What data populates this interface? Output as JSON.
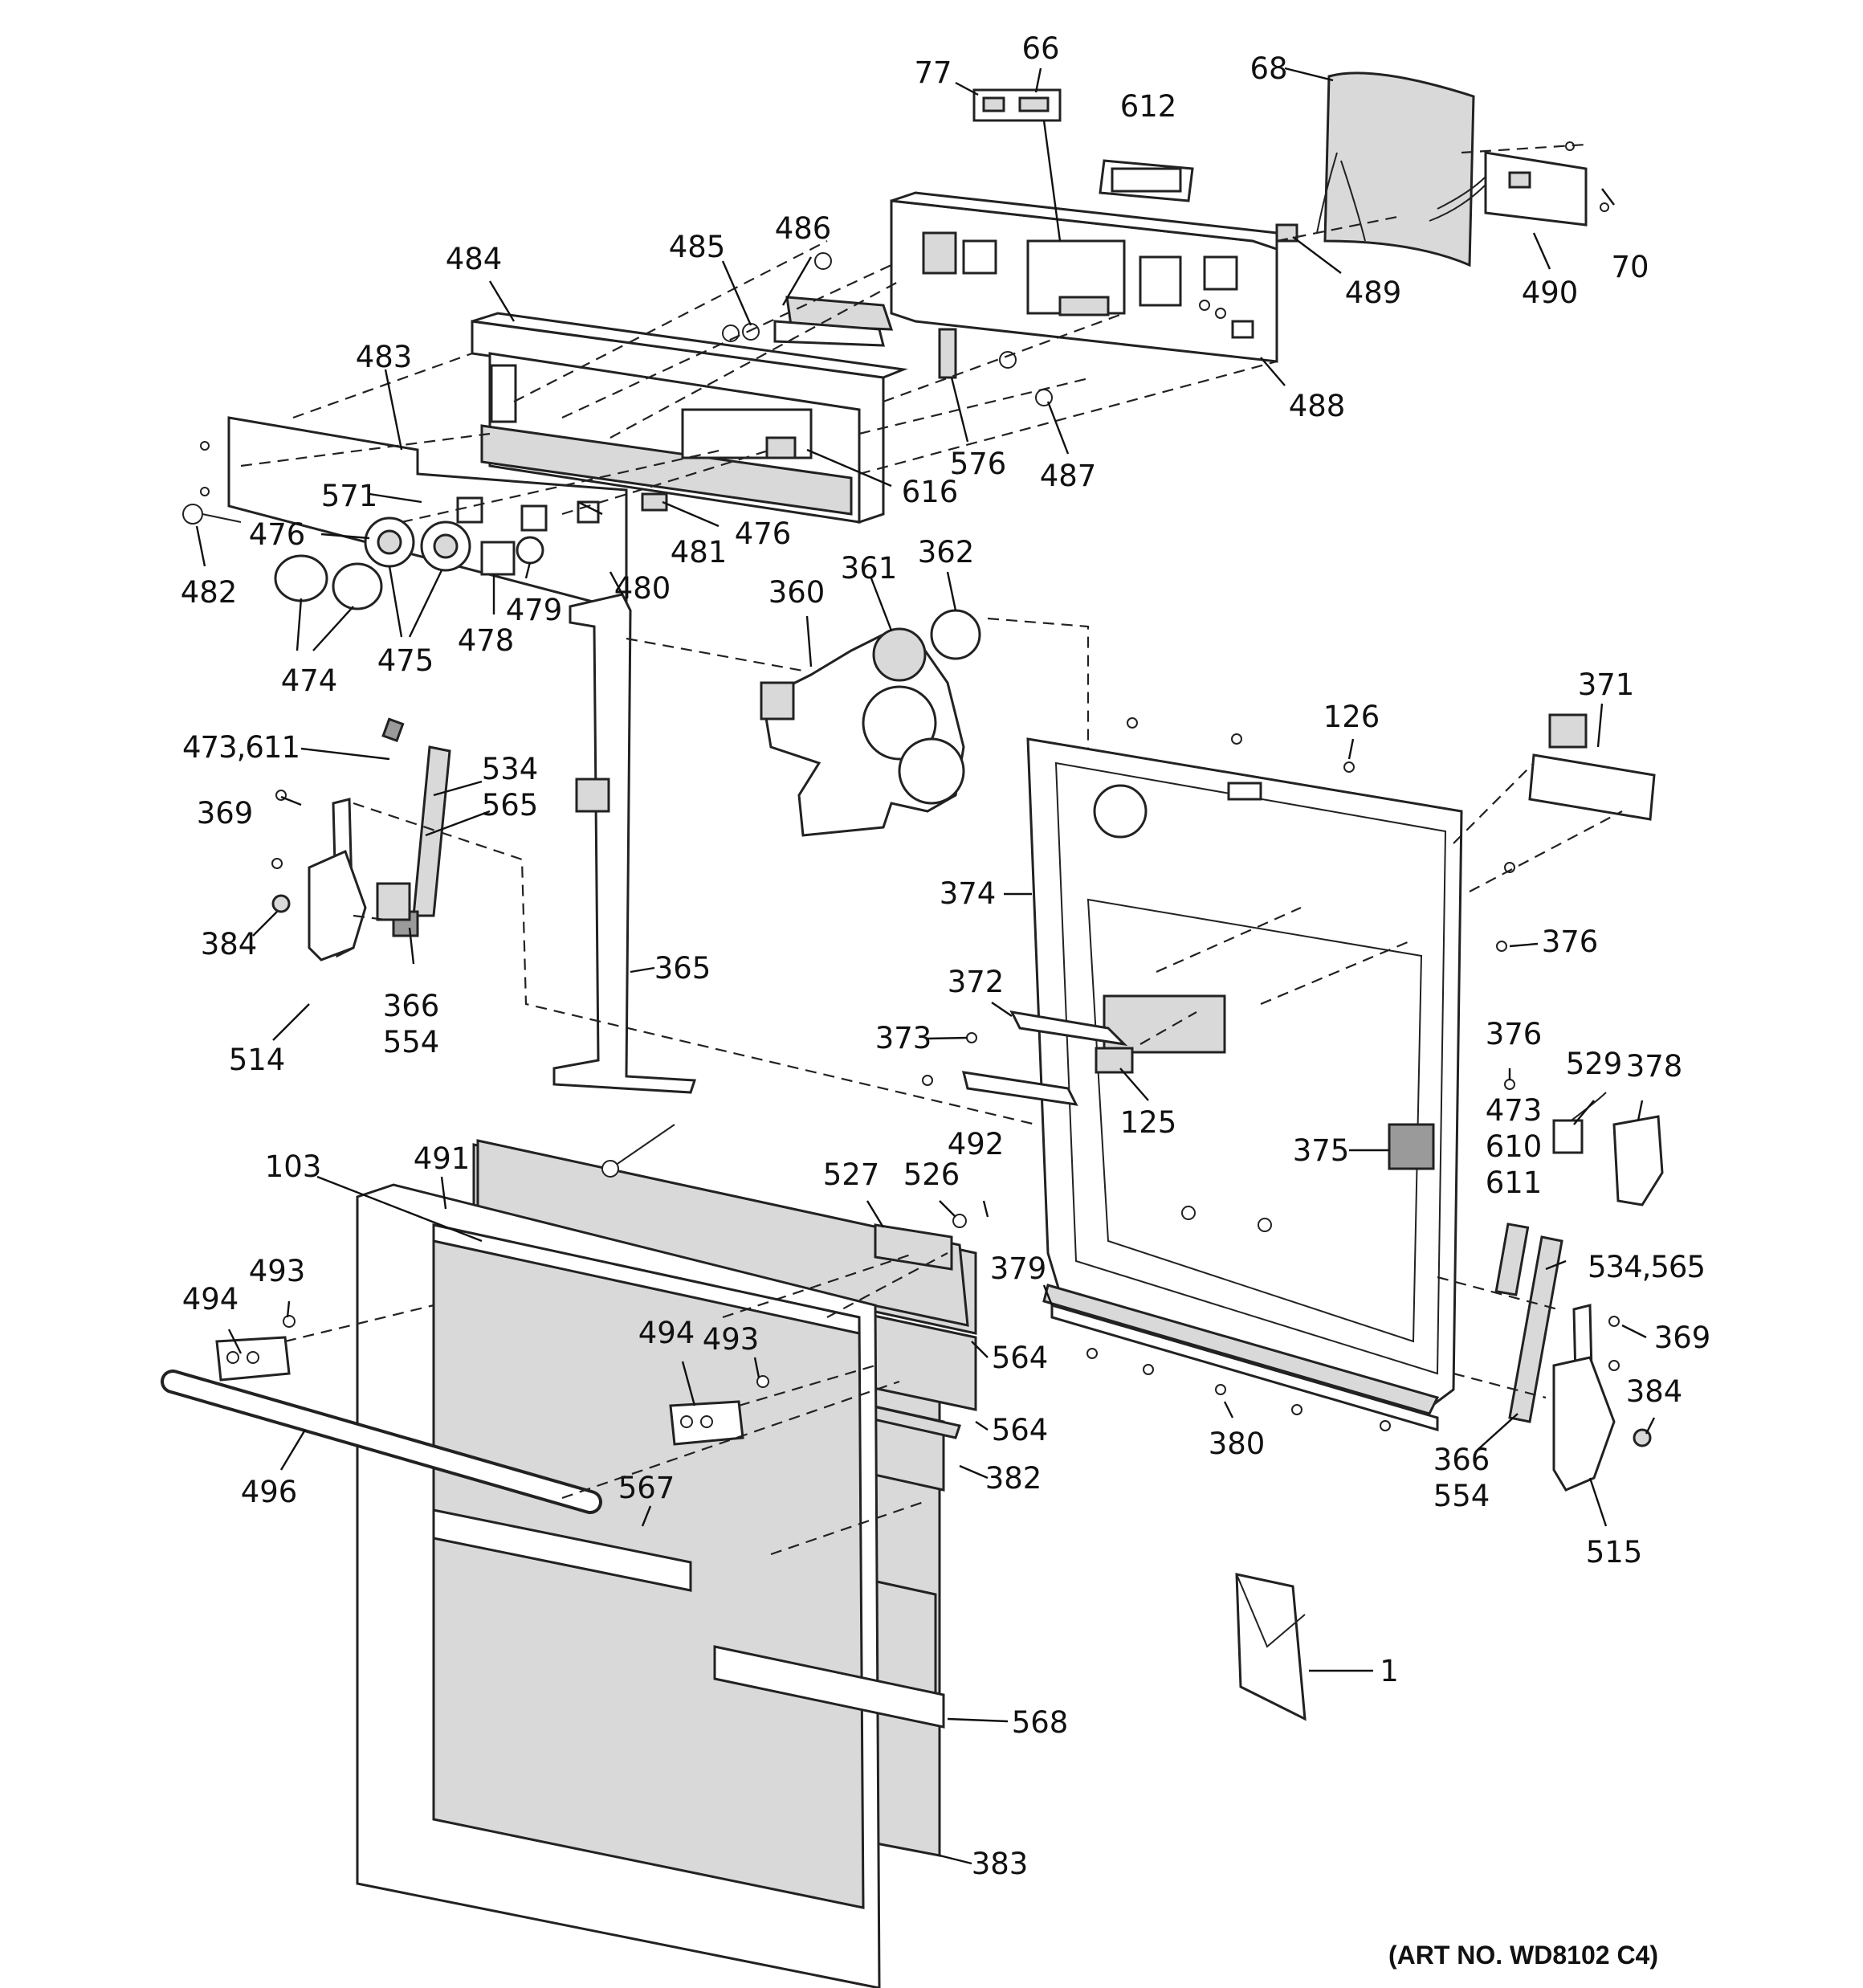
{
  "diagram": {
    "art_number": "(ART NO. WD8102 C4)",
    "callouts": [
      "77",
      "66",
      "612",
      "68",
      "70",
      "490",
      "489",
      "488",
      "487",
      "576",
      "616",
      "486",
      "485",
      "484",
      "483",
      "571",
      "476",
      "476",
      "481",
      "482",
      "474",
      "475",
      "478",
      "479",
      "480",
      "360",
      "361",
      "362",
      "365",
      "371",
      "126",
      "374",
      "376",
      "372",
      "373",
      "125",
      "376",
      "473",
      "610",
      "611",
      "529",
      "378",
      "375",
      "534,565",
      "369",
      "384",
      "366",
      "554",
      "515",
      "380",
      "379",
      "473,611",
      "534",
      "565",
      "369",
      "384",
      "366",
      "554",
      "514",
      "103",
      "491",
      "494",
      "493",
      "494",
      "493",
      "496",
      "527",
      "526",
      "492",
      "564",
      "564",
      "382",
      "567",
      "568",
      "383",
      "1"
    ]
  }
}
